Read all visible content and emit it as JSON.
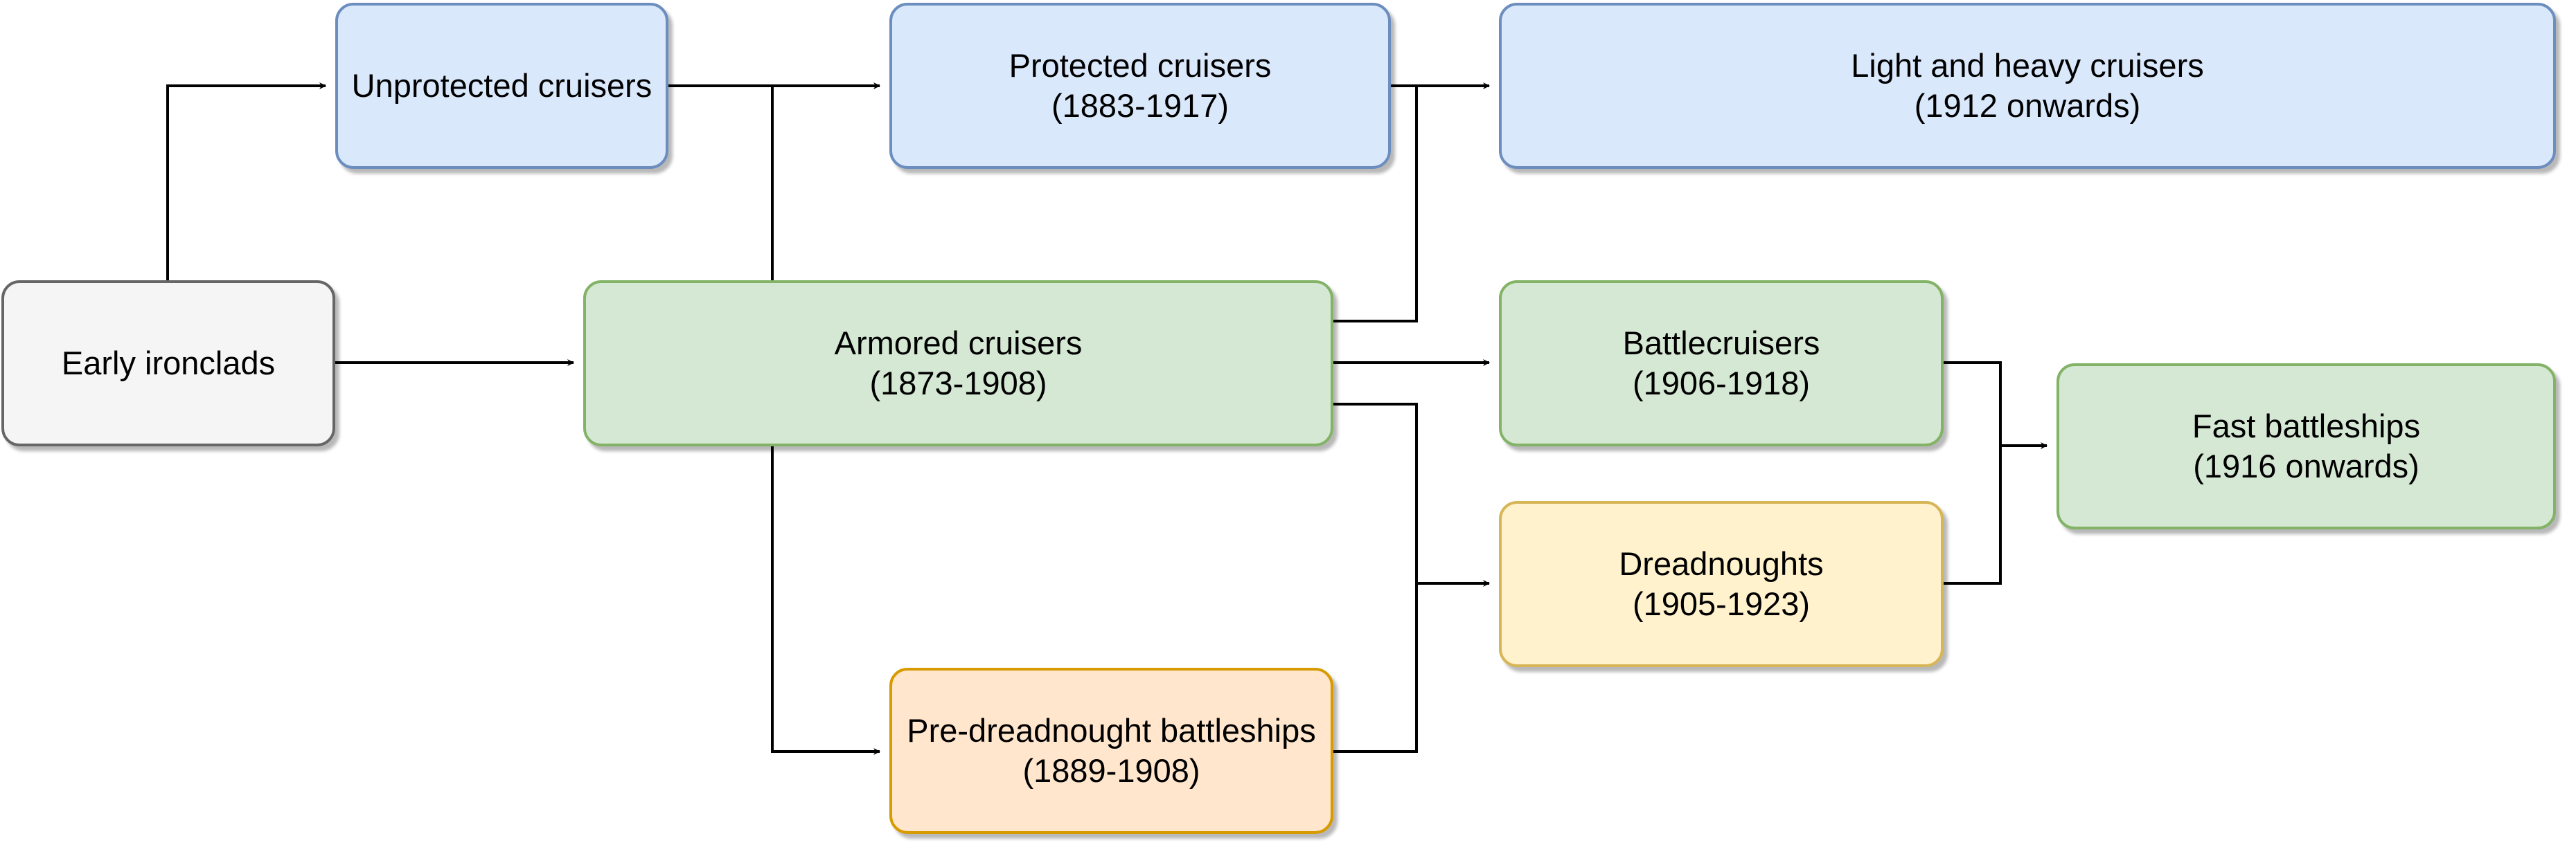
{
  "nodes": {
    "early_ironclads": {
      "line1": "Early ironclads",
      "line2": ""
    },
    "unprotected_cruisers": {
      "line1": "Unprotected cruisers",
      "line2": ""
    },
    "protected_cruisers": {
      "line1": "Protected cruisers",
      "line2": "(1883-1917)"
    },
    "light_heavy_cruisers": {
      "line1": "Light and heavy cruisers",
      "line2": "(1912 onwards)"
    },
    "armored_cruisers": {
      "line1": "Armored cruisers",
      "line2": "(1873-1908)"
    },
    "battlecruisers": {
      "line1": "Battlecruisers",
      "line2": "(1906-1918)"
    },
    "fast_battleships": {
      "line1": "Fast battleships",
      "line2": "(1916 onwards)"
    },
    "dreadnoughts": {
      "line1": "Dreadnoughts",
      "line2": "(1905-1923)"
    },
    "pre_dreadnought": {
      "line1": "Pre-dreadnought battleships",
      "line2": "(1889-1908)"
    }
  },
  "edges": [
    {
      "from": "early_ironclads",
      "to": "unprotected_cruisers"
    },
    {
      "from": "early_ironclads",
      "to": "armored_cruisers"
    },
    {
      "from": "unprotected_cruisers",
      "to": "protected_cruisers"
    },
    {
      "from": "armored_cruisers",
      "to": "protected_cruisers"
    },
    {
      "from": "protected_cruisers",
      "to": "light_heavy_cruisers"
    },
    {
      "from": "armored_cruisers",
      "to": "light_heavy_cruisers"
    },
    {
      "from": "armored_cruisers",
      "to": "battlecruisers"
    },
    {
      "from": "armored_cruisers",
      "to": "pre_dreadnought"
    },
    {
      "from": "armored_cruisers",
      "to": "dreadnoughts"
    },
    {
      "from": "pre_dreadnought",
      "to": "dreadnoughts"
    },
    {
      "from": "battlecruisers",
      "to": "fast_battleships"
    },
    {
      "from": "dreadnoughts",
      "to": "fast_battleships"
    }
  ],
  "colors": {
    "blue_fill": "#dae8fc",
    "blue_stroke": "#6c8ebf",
    "green_fill": "#d5e8d4",
    "green_stroke": "#82b366",
    "grey_fill": "#f5f5f5",
    "grey_stroke": "#666666",
    "yellow_fill": "#fff2cc",
    "yellow_stroke": "#d6b656",
    "orange_fill": "#ffe6cc",
    "orange_stroke": "#d79b00",
    "edge": "#000000"
  }
}
